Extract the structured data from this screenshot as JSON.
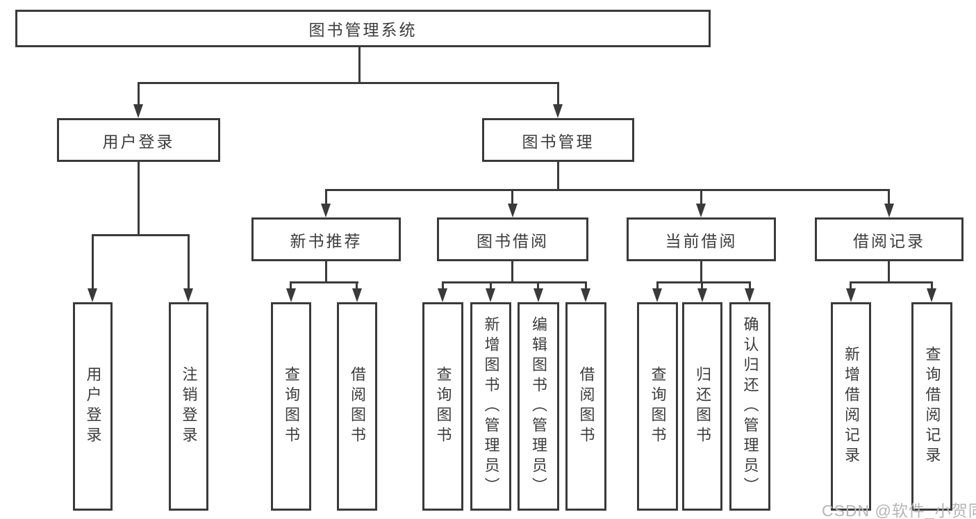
{
  "tree": {
    "root": "图书管理系统",
    "login": {
      "label": "用户登录",
      "children": [
        "用户登录",
        "注销登录"
      ]
    },
    "manage": {
      "label": "图书管理",
      "groups": [
        {
          "label": "新书推荐",
          "children": [
            "查询图书",
            "借阅图书"
          ]
        },
        {
          "label": "图书借阅",
          "children": [
            "查询图书",
            "新增图书（管理员）",
            "编辑图书（管理员）",
            "借阅图书"
          ]
        },
        {
          "label": "当前借阅",
          "children": [
            "查询图书",
            "归还图书",
            "确认归还（管理员）"
          ]
        },
        {
          "label": "借阅记录",
          "children": [
            "新增借阅记录",
            "查询借阅记录"
          ]
        }
      ]
    }
  },
  "watermark": "CSDN @软件_小贺同学",
  "colors": {
    "line": "#3A3A3A",
    "text": "#3C3C3C",
    "background": "#FFFFFF",
    "watermark": "#B5B5B5"
  }
}
